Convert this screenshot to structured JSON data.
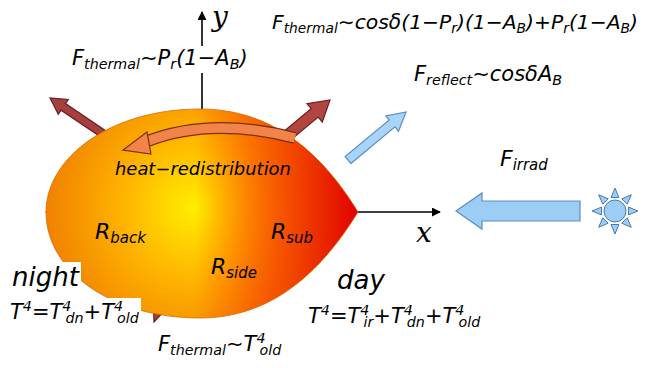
{
  "diagram": {
    "nodes": [
      {
        "text": [
          "heat−redistribution",
          "Rback",
          "Rsub",
          "Rside"
        ]
      }
    ],
    "labels": [
      "y",
      "x",
      "Fthermal∼Pr(1−AB)",
      "Fthermal∼cosδ(1−Pr)(1−AB)+Pr(1−AB)",
      "Freflect∼cosδAB",
      "Firrad",
      "night",
      "T4=T4dn+T4old",
      "day",
      "T4=T4ir+T4dn+T4old",
      "Fthermal∼T4old"
    ]
  }
}
